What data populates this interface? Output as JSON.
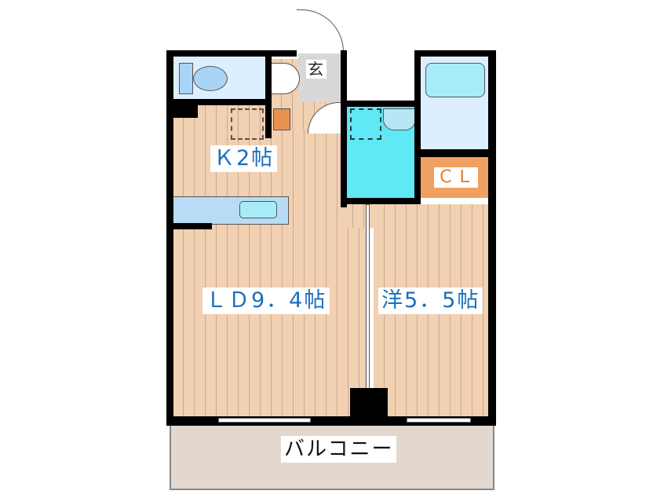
{
  "plan": {
    "rooms": [
      {
        "id": "kitchen",
        "label": "Ｋ2帖"
      },
      {
        "id": "living_dining",
        "label": "ＬＤ9．4帖"
      },
      {
        "id": "western_room",
        "label": "洋5．5帖"
      },
      {
        "id": "closet",
        "label": "ＣＬ"
      },
      {
        "id": "entrance",
        "label": "玄"
      },
      {
        "id": "balcony",
        "label": "バルコニー"
      }
    ],
    "colors": {
      "wall": "#000000",
      "floor": "#f2d0b2",
      "bath_area": "#5fe8f5",
      "toilet_room": "#dcefff",
      "closet": "#f0a060",
      "entrance": "#d8d8d8",
      "balcony": "#e2d8d0",
      "label_text": "#1a6fbf"
    }
  }
}
